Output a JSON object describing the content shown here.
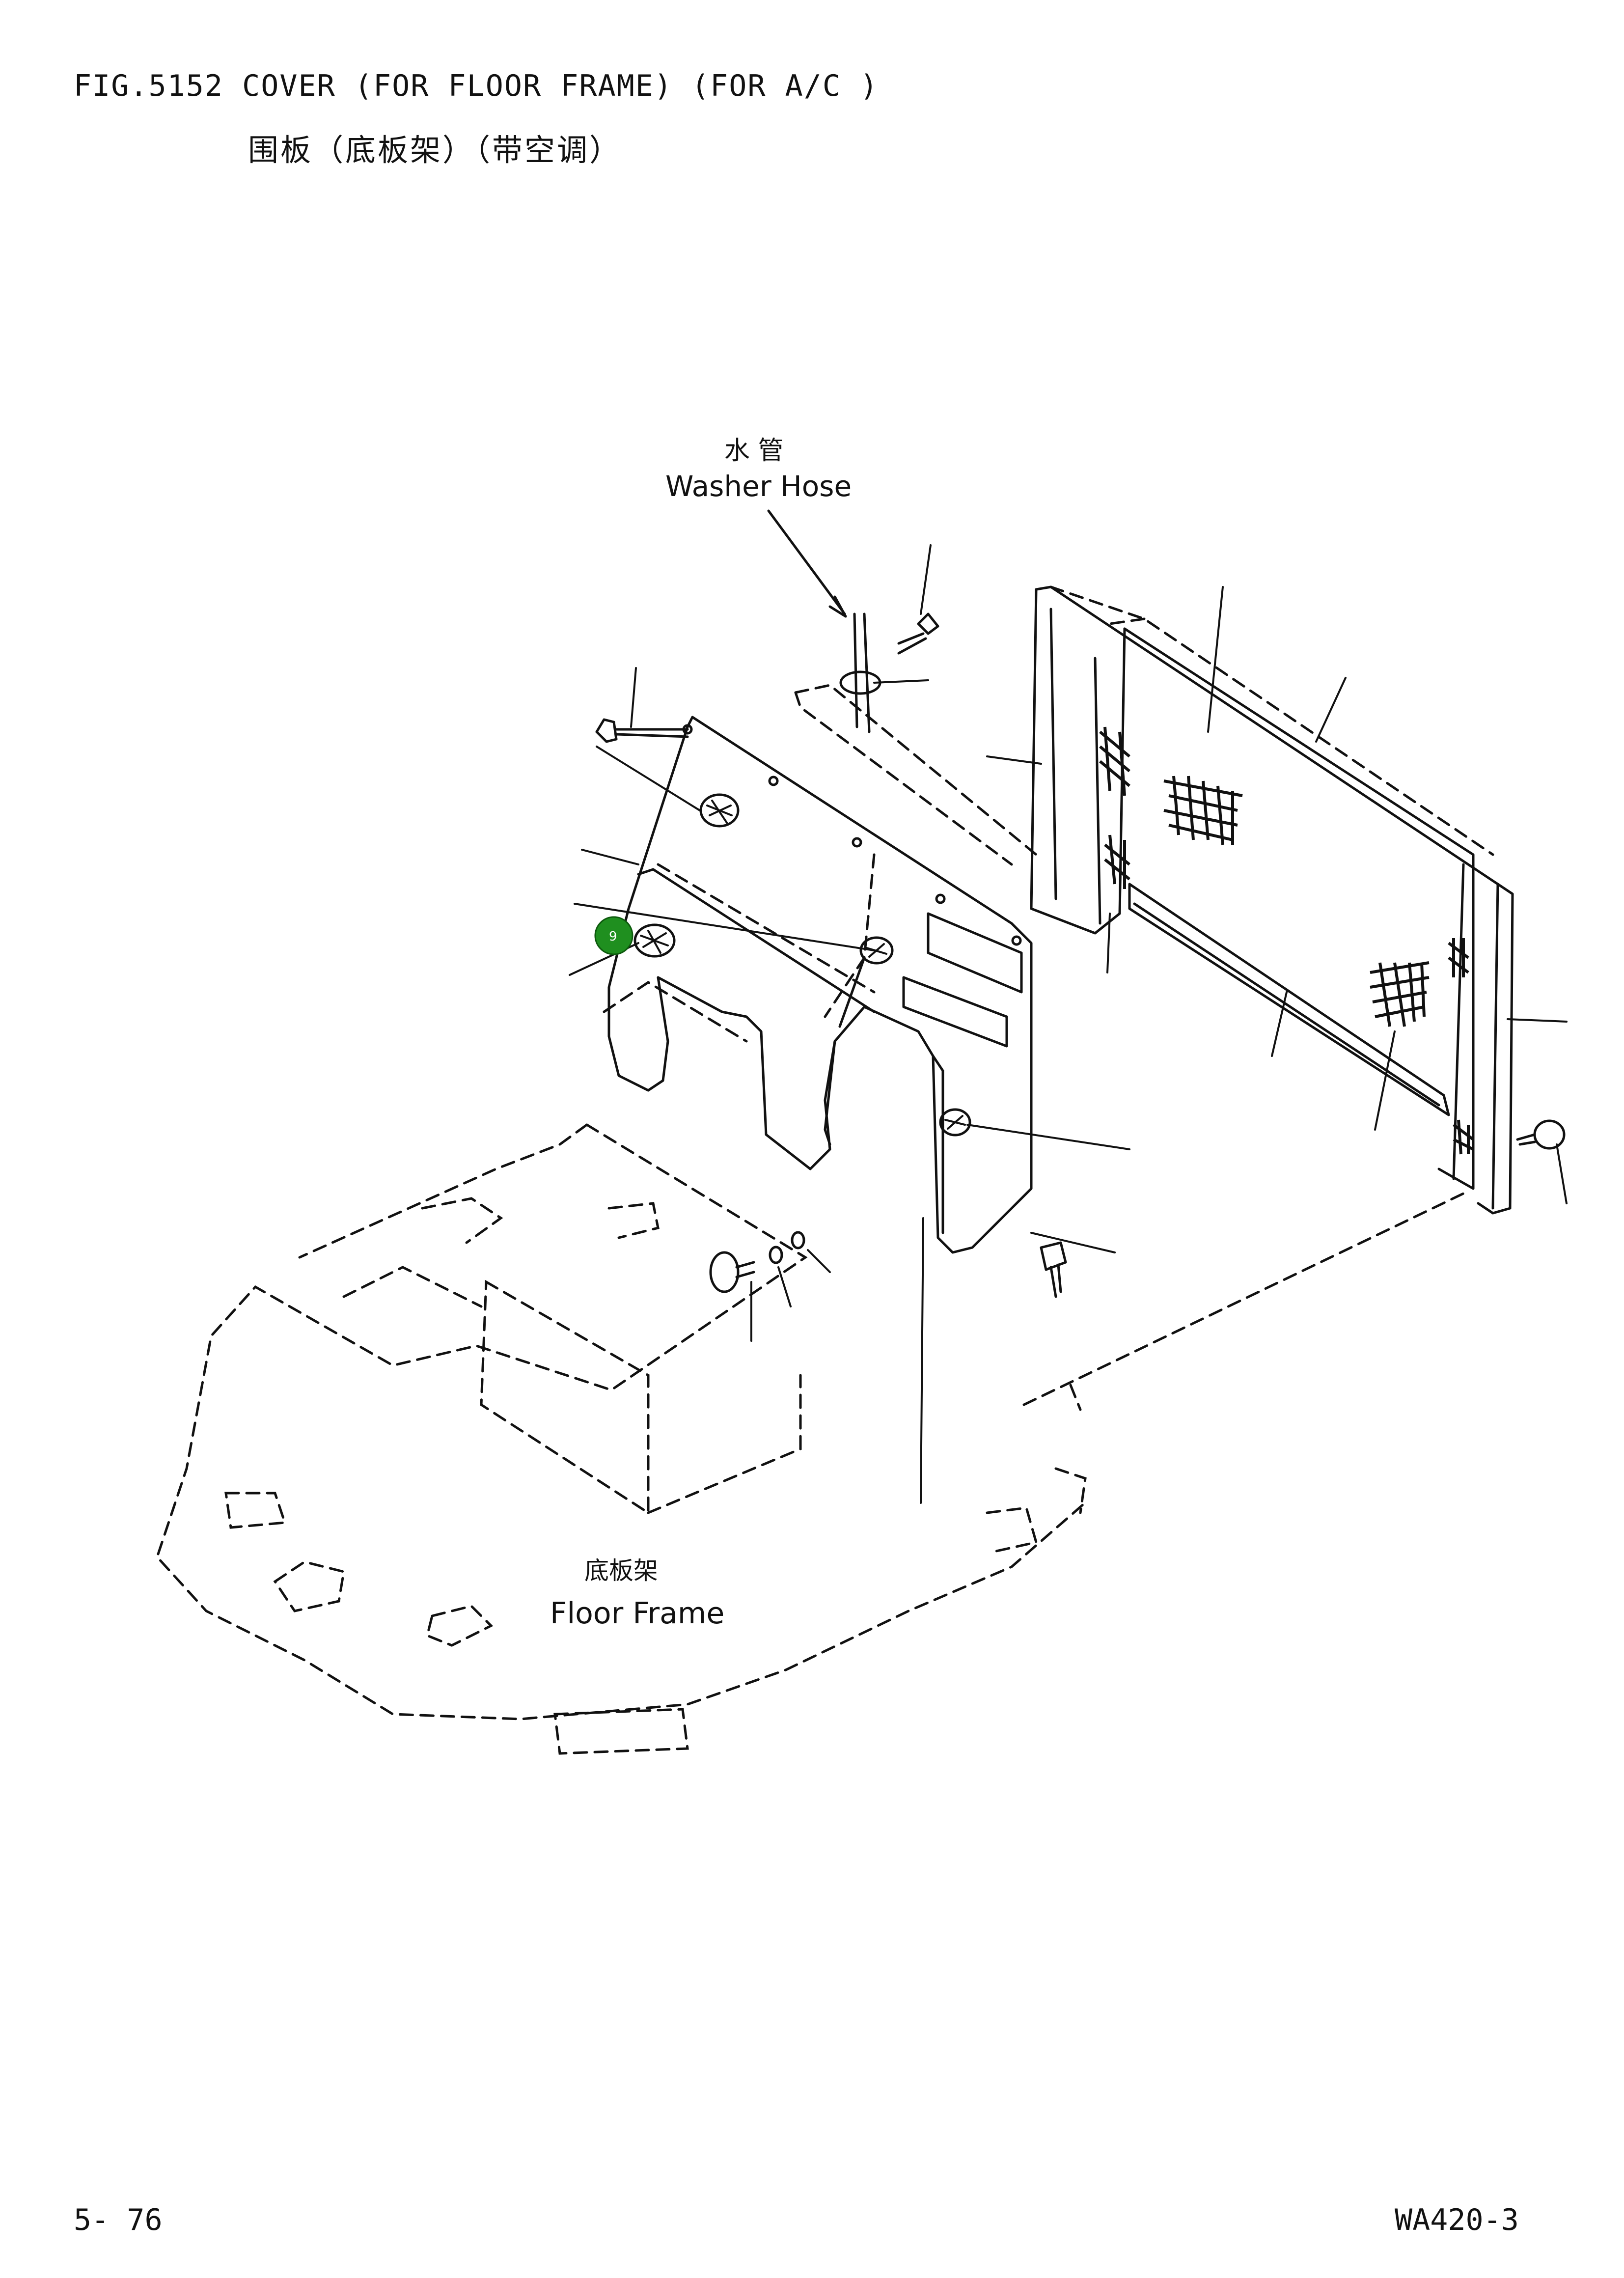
{
  "header": {
    "title": "FIG.5152  COVER (FOR FLOOR FRAME) (FOR A/C )",
    "subtitle": "围板（底板架）（带空调）"
  },
  "diagram": {
    "labels": {
      "washer_hose_cn": "水 管",
      "washer_hose_en": "Washer Hose",
      "floor_frame_cn": "底板架",
      "floor_frame_en": "Floor Frame"
    },
    "hotspot": {
      "label": "9",
      "color": "#1f8f1f"
    }
  },
  "footer": {
    "page_number": "5- 76",
    "model": "WA420-3"
  }
}
